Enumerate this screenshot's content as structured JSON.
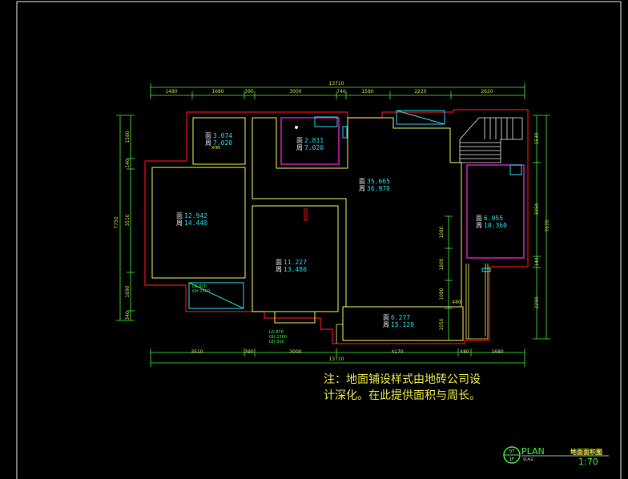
{
  "plan": {
    "overall_width": "13710",
    "top_dims": [
      "1480",
      "1680",
      "390",
      "3000",
      "740",
      "1580",
      "2220",
      "2620"
    ],
    "bottom_dims": [
      "3510",
      "390",
      "3000",
      "4170",
      "480",
      "1680"
    ],
    "left_dims": [
      "1580",
      "140",
      "3510",
      "1690",
      "340"
    ],
    "left_total": "7750",
    "right_dims": [
      "1530",
      "3350",
      "140",
      "2290"
    ],
    "right_total": "7670",
    "mid_dims": [
      "1080",
      "1800",
      "1080",
      "1050",
      "480"
    ],
    "rooms": [
      {
        "area": "3.074",
        "perimeter": "7.020",
        "tag": "XHN"
      },
      {
        "area": "2.811",
        "perimeter": "7.020",
        "tag": ""
      },
      {
        "area": "35.665",
        "perimeter": "36.970",
        "tag": ""
      },
      {
        "area": "12.942",
        "perimeter": "14.440",
        "tag": ""
      },
      {
        "area": "11.227",
        "perimeter": "13.480",
        "tag": ""
      },
      {
        "area": "6.277",
        "perimeter": "15.120",
        "tag": ""
      },
      {
        "area": "6.055",
        "perimeter": "10.360",
        "tag": ""
      }
    ],
    "window_tags": [
      [
        "LD:820",
        "GH:1560"
      ],
      [
        "LD:870",
        "GH:1560",
        "GH:300"
      ]
    ]
  },
  "note": {
    "line1": "注：地面铺设样式由地砖公司设",
    "line2": "计深化。在此提供面积与周长。"
  },
  "title_block": {
    "number": "07",
    "floor": "1F",
    "label": "PLAN",
    "scale_word": "SCALE",
    "title": "地面面积图",
    "scale": "1:70"
  },
  "colors": {
    "wall_red": "#e0101a",
    "room_yellow": "#f0f05a",
    "dim_green": "#3af03a",
    "cyan": "#22d8e8",
    "magenta": "#e020c8"
  }
}
